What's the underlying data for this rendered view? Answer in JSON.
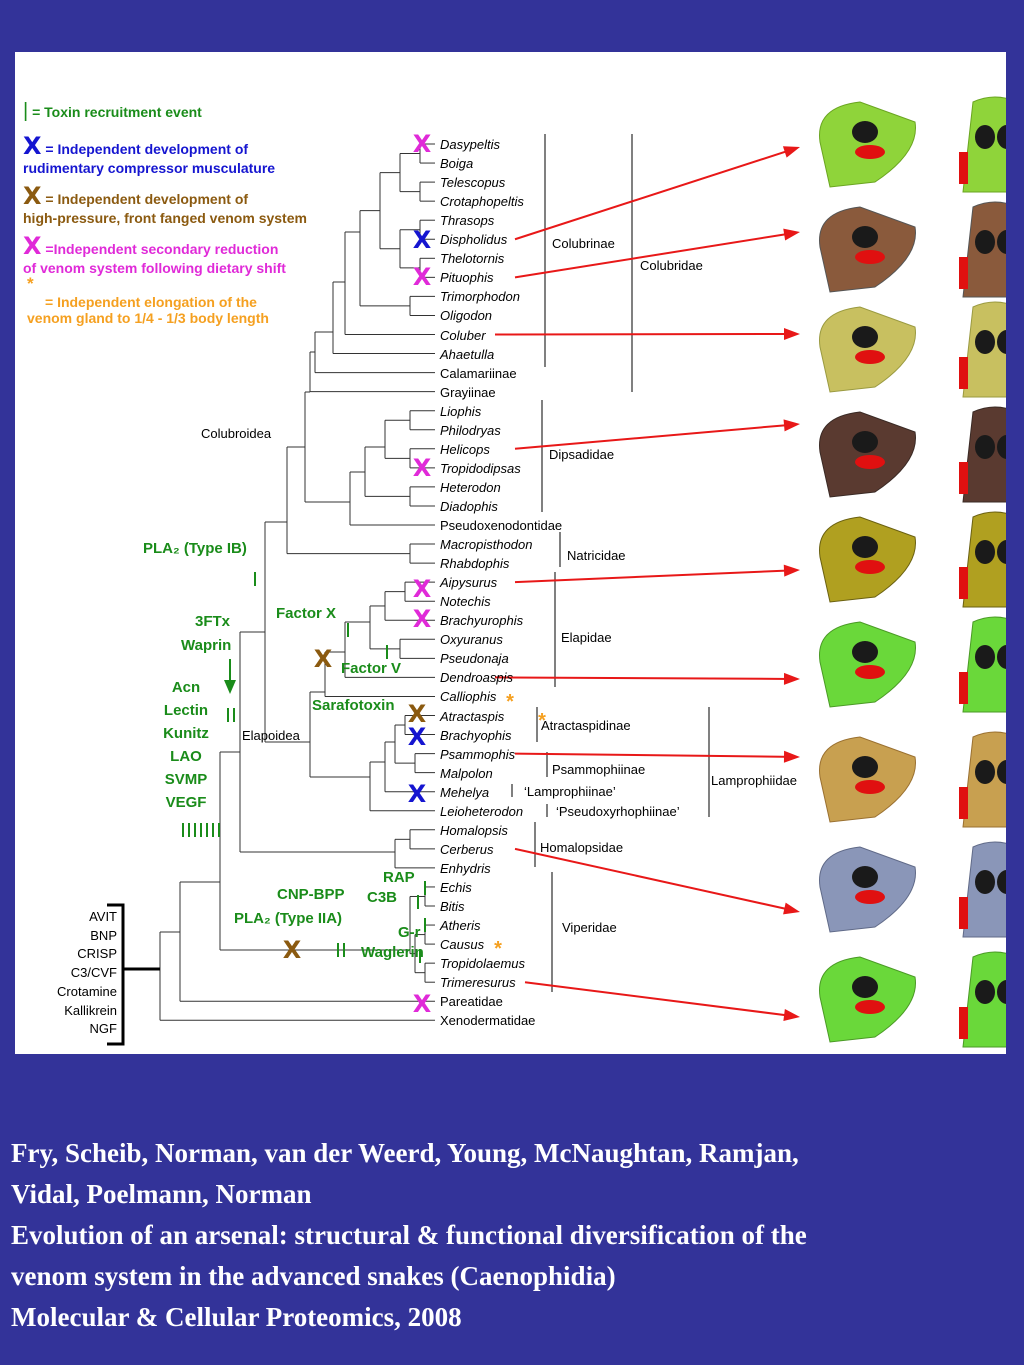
{
  "legend": {
    "toxin_event": "= Toxin recruitment event",
    "compressor_line1": "= Independent development of",
    "compressor_line2": "rudimentary compressor musculature",
    "frontfang_line1": "= Independent development of",
    "frontfang_line2": "high-pressure, front fanged venom system",
    "reduction_line1": "=Independent secondary reduction",
    "reduction_line2": "of venom system following dietary shift",
    "elongation_line1": "= Independent elongation of the",
    "elongation_line2": "venom gland to 1/4 - 1/3 body length"
  },
  "colors": {
    "background": "#333399",
    "toxin_green": "#1a8c1a",
    "compressor_blue": "#1515d0",
    "frontfang_brown": "#8b5a10",
    "reduction_magenta": "#e02ad8",
    "elongation_orange": "#f5a020",
    "arrow_red": "#e81818"
  },
  "taxa": [
    {
      "name": "Dasypeltis",
      "italic": true
    },
    {
      "name": "Boiga",
      "italic": true
    },
    {
      "name": "Telescopus",
      "italic": true
    },
    {
      "name": "Crotaphopeltis",
      "italic": true
    },
    {
      "name": "Thrasops",
      "italic": true
    },
    {
      "name": "Dispholidus",
      "italic": true
    },
    {
      "name": "Thelotornis",
      "italic": true
    },
    {
      "name": "Pituophis",
      "italic": true
    },
    {
      "name": "Trimorphodon",
      "italic": true
    },
    {
      "name": "Oligodon",
      "italic": true
    },
    {
      "name": "Coluber",
      "italic": true
    },
    {
      "name": "Ahaetulla",
      "italic": true
    },
    {
      "name": "Calamariinae",
      "italic": false
    },
    {
      "name": "Grayiinae",
      "italic": false
    },
    {
      "name": "Liophis",
      "italic": true
    },
    {
      "name": "Philodryas",
      "italic": true
    },
    {
      "name": "Helicops",
      "italic": true
    },
    {
      "name": "Tropidodipsas",
      "italic": true
    },
    {
      "name": "Heterodon",
      "italic": true
    },
    {
      "name": "Diadophis",
      "italic": true
    },
    {
      "name": "Pseudoxenodontidae",
      "italic": false
    },
    {
      "name": "Macropisthodon",
      "italic": true
    },
    {
      "name": "Rhabdophis",
      "italic": true
    },
    {
      "name": "Aipysurus",
      "italic": true
    },
    {
      "name": "Notechis",
      "italic": true
    },
    {
      "name": "Brachyurophis",
      "italic": true
    },
    {
      "name": "Oxyuranus",
      "italic": true
    },
    {
      "name": "Pseudonaja",
      "italic": true
    },
    {
      "name": "Dendroaspis",
      "italic": true
    },
    {
      "name": "Calliophis",
      "italic": true
    },
    {
      "name": "Atractaspis",
      "italic": true
    },
    {
      "name": "Brachyophis",
      "italic": true
    },
    {
      "name": "Psammophis",
      "italic": true
    },
    {
      "name": "Malpolon",
      "italic": true
    },
    {
      "name": "Mehelya",
      "italic": true
    },
    {
      "name": "Leioheterodon",
      "italic": true
    },
    {
      "name": "Homalopsis",
      "italic": true
    },
    {
      "name": "Cerberus",
      "italic": true
    },
    {
      "name": "Enhydris",
      "italic": true
    },
    {
      "name": "Echis",
      "italic": true
    },
    {
      "name": "Bitis",
      "italic": true
    },
    {
      "name": "Atheris",
      "italic": true
    },
    {
      "name": "Causus",
      "italic": true
    },
    {
      "name": "Tropidolaemus",
      "italic": true
    },
    {
      "name": "Trimeresurus",
      "italic": true
    },
    {
      "name": "Pareatidae",
      "italic": false
    },
    {
      "name": "Xenodermatidae",
      "italic": false
    }
  ],
  "clades": {
    "colubrinae": "Colubrinae",
    "colubridae": "Colubridae",
    "dipsadidae": "Dipsadidae",
    "natricidae": "Natricidae",
    "elapidae": "Elapidae",
    "atractaspidinae": "Atractaspidinae",
    "psammophiinae": "Psammophiinae",
    "lamprophiinae": "‘Lamprophiinae’",
    "pseudoxyrhophiinae": "‘Pseudoxyrhophiinae’",
    "lamprophiidae": "Lamprophiidae",
    "homalopsidae": "Homalopsidae",
    "viperidae": "Viperidae",
    "colubroidea": "Colubroidea",
    "elapoidea": "Elapoidea"
  },
  "toxins": {
    "pla2_ib": "PLA₂ (Type IB)",
    "threeftx": "3FTx",
    "waprin": "Waprin",
    "factor_x": "Factor X",
    "factor_v": "Factor V",
    "sarafotoxin": "Sarafotoxin",
    "basal_list": [
      "Acn",
      "Lectin",
      "Kunitz",
      "LAO",
      "SVMP",
      "VEGF"
    ],
    "cnp_bpp": "CNP-BPP",
    "pla2_iia": "PLA₂ (Type IIA)",
    "rap": "RAP",
    "c3b": "C3B",
    "g_r": "G-r",
    "waglerin": "Waglerin"
  },
  "ancestral_toxins": [
    "AVIT",
    "BNP",
    "CRISP",
    "C3/CVF",
    "Crotamine",
    "Kallikrein",
    "NGF"
  ],
  "caption": {
    "authors_line1": "Fry, Scheib, Norman, van der Weerd, Young, McNaughtan, Ramjan,",
    "authors_line2": "Vidal, Poelmann, Norman",
    "title_line1": "Evolution of an arsenal: structural & functional diversification of the",
    "title_line2": "venom system in the advanced snakes (Caenophidia)",
    "journal": "Molecular & Cellular Proteomics, 2008"
  }
}
